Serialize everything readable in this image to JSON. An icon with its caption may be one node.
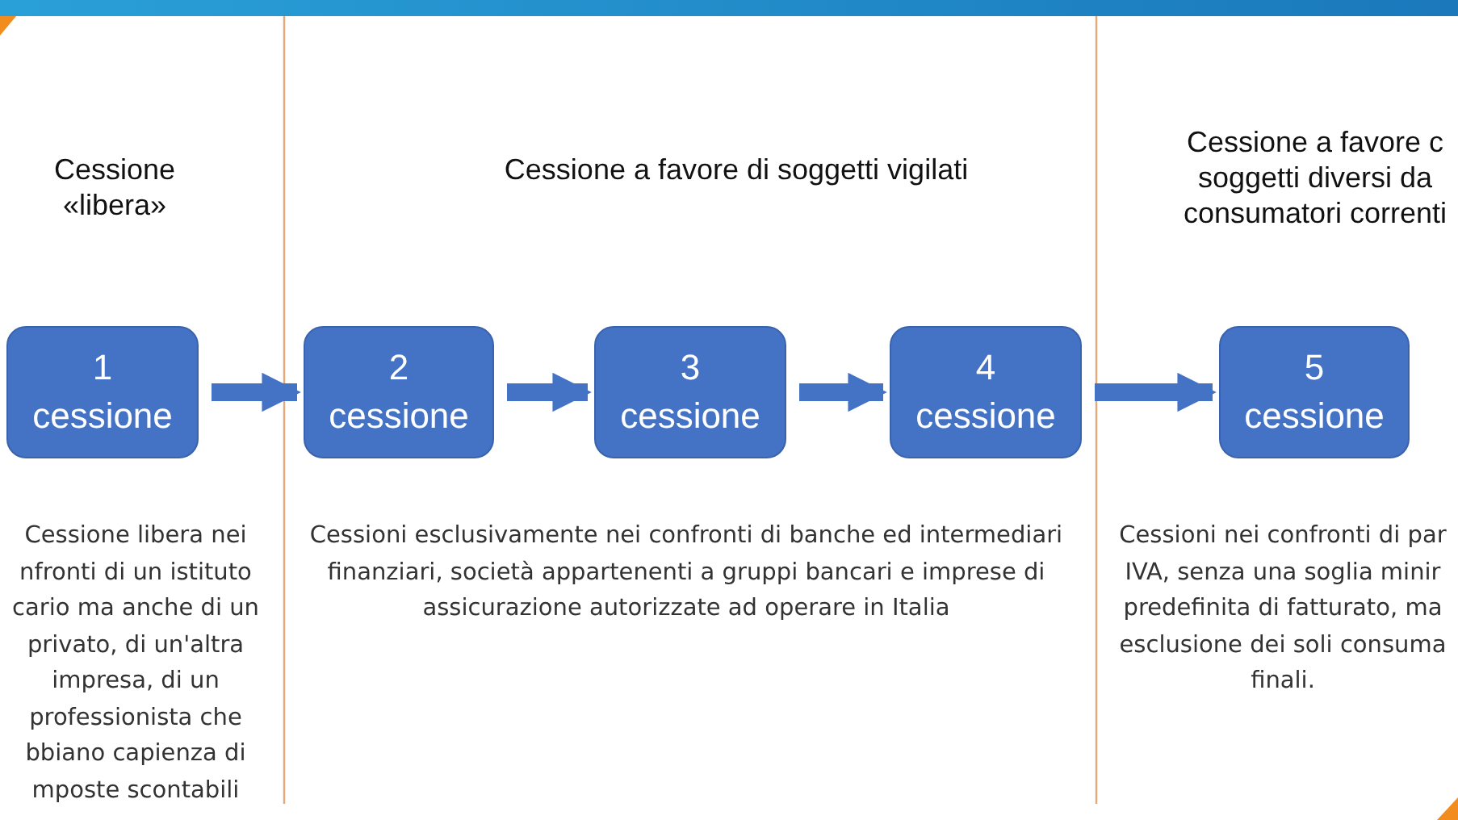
{
  "diagram": {
    "nodes": [
      {
        "text": [
          "1 cessione"
        ]
      },
      {
        "text": [
          "2 cessione"
        ]
      },
      {
        "text": [
          "3 cessione"
        ]
      },
      {
        "text": [
          "4 cessione"
        ]
      },
      {
        "text": [
          "5 cessione"
        ]
      }
    ],
    "edges": [
      {
        "from": 0,
        "to": 1,
        "arrow": "to"
      },
      {
        "from": 1,
        "to": 2,
        "arrow": "to"
      },
      {
        "from": 2,
        "to": 3,
        "arrow": "to"
      },
      {
        "from": 3,
        "to": 4,
        "arrow": "to"
      }
    ],
    "labels": [
      "Cessione «libera»",
      "Cessione a favore di soggetti vigilati",
      "Cessione a favore c soggetti diversi da consumatori correnti",
      "Cessione libera nei nfronti di un istituto cario ma anche di un privato, di un'altra impresa, di un professionista che bbiano capienza di mposte scontabili",
      "Cessioni esclusivamente nei confronti di banche ed intermediari finanziari, società appartenenti a gruppi bancari e imprese di assicurazione autorizzate ad operare in Italia",
      "Cessioni nei confronti di par IVA, senza una soglia minir predefinita di fatturato, ma esclusione dei soli consuma finali."
    ]
  }
}
